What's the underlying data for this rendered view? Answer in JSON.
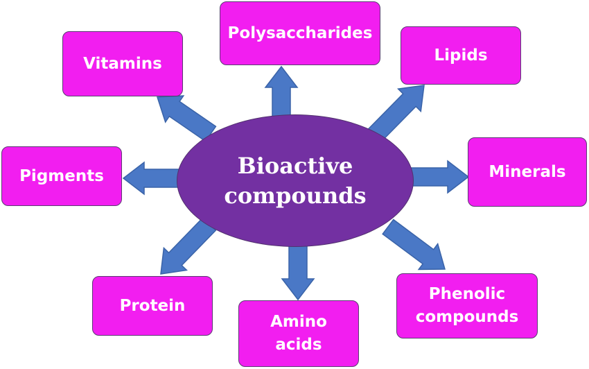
{
  "center": {
    "line1": "Bioactive",
    "line2": "compounds"
  },
  "nodes": {
    "polysaccharides": {
      "text": "Polysaccharides"
    },
    "vitamins": {
      "text": "Vitamins"
    },
    "lipids": {
      "text": "Lipids"
    },
    "pigments": {
      "text": "Pigments"
    },
    "minerals": {
      "text": "Minerals"
    },
    "protein": {
      "text": "Protein"
    },
    "amino_acids": {
      "line1": "Amino",
      "line2": "acids"
    },
    "phenolic_compounds": {
      "line1": "Phenolic",
      "line2": "compounds"
    }
  },
  "colors": {
    "node_fill": "#f21ef0",
    "node_border": "#5a3c72",
    "center_fill": "#7330a2",
    "arrow_fill": "#4a78c6",
    "arrow_stroke": "#3a63a8",
    "text": "#ffffff"
  }
}
